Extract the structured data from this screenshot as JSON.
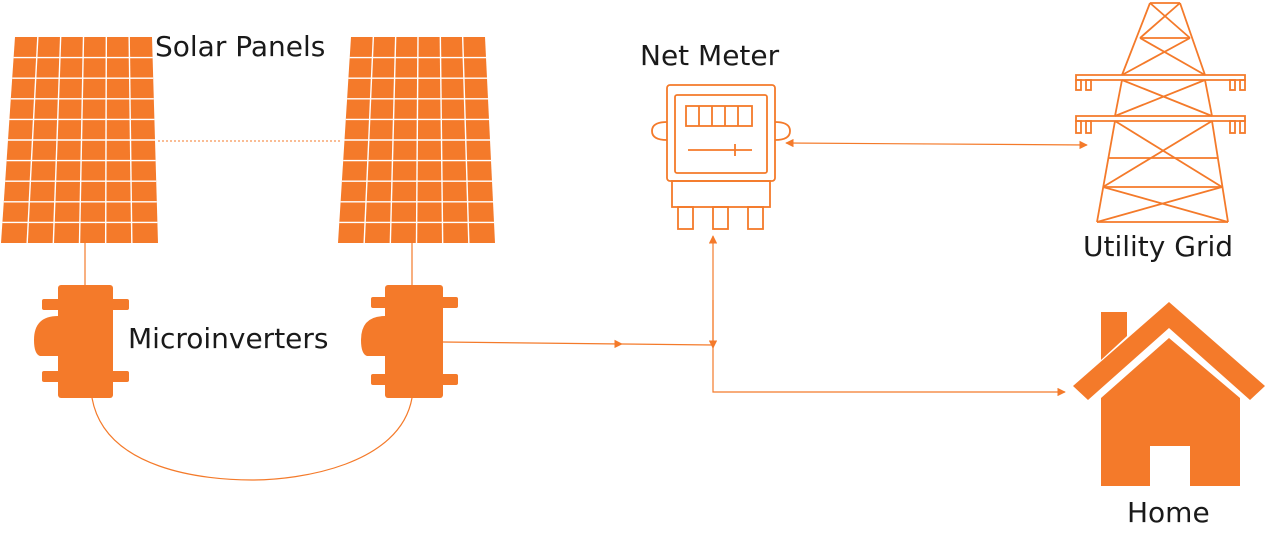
{
  "labels": {
    "solar_panels": "Solar Panels",
    "microinverters": "Microinverters",
    "net_meter": "Net Meter",
    "utility_grid": "Utility Grid",
    "home": "Home"
  },
  "colors": {
    "accent": "#f47a2a",
    "panel_grid": "#ffffff",
    "text": "#1a1a1a",
    "background": "#ffffff"
  },
  "icons": {
    "panel_left": "solar-panel-icon",
    "panel_right": "solar-panel-icon",
    "inverter_left": "microinverter-icon",
    "inverter_right": "microinverter-icon",
    "meter": "net-meter-icon",
    "tower": "transmission-tower-icon",
    "house": "house-icon"
  }
}
